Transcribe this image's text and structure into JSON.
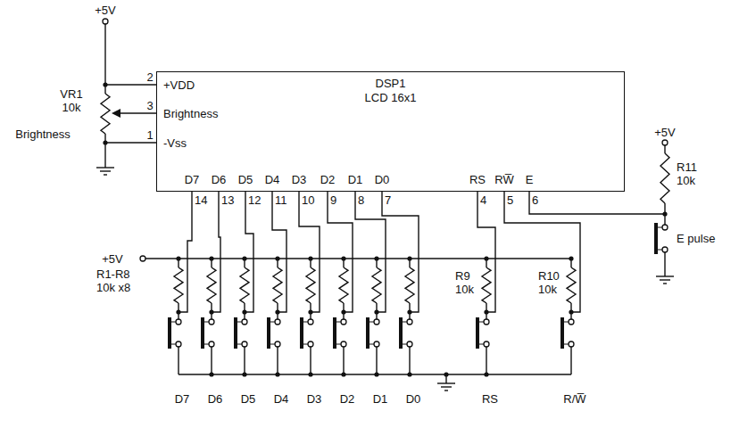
{
  "diagram": {
    "nodes": [
      {
        "text": [
          "DSP1",
          "LCD 16x1"
        ]
      }
    ],
    "labels": [
      "+5V",
      "VR1",
      "10k",
      "Brightness",
      "2",
      "3",
      "1",
      "+VDD",
      "Brightness",
      "-Vss",
      "D7",
      "D6",
      "D5",
      "D4",
      "D3",
      "D2",
      "D1",
      "D0",
      "RS",
      "RW̅",
      "E",
      "14",
      "13",
      "12",
      "11",
      "10",
      "9",
      "8",
      "7",
      "4",
      "5",
      "6",
      "+5V",
      "R11",
      "10k",
      "E pulse",
      "+5V",
      "R1-R8",
      "10k x8",
      "R9",
      "10k",
      "R10",
      "10k",
      "D7",
      "D6",
      "D5",
      "D4",
      "D3",
      "D2",
      "D1",
      "D0",
      "RS",
      "R/W̅"
    ]
  }
}
